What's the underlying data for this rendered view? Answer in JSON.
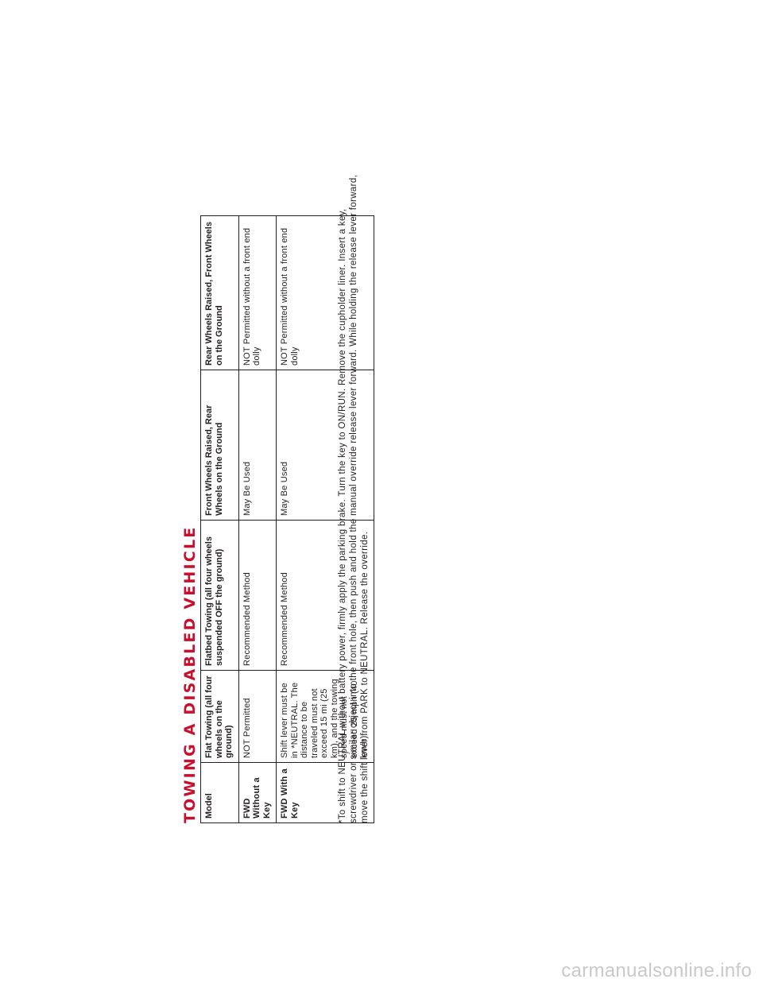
{
  "title": "TOWING A DISABLED VEHICLE",
  "table": {
    "headers": [
      "Model",
      "Flat Towing (all four wheels on the ground)",
      "Flatbed Towing (all four wheels suspended OFF the ground)",
      "Front Wheels Raised, Rear Wheels on the Ground",
      "Rear Wheels Raised, Front Wheels on the Ground"
    ],
    "rows": [
      {
        "model": "FWD Without a Key",
        "cells": [
          "NOT Permitted",
          "Recommended Method",
          "May Be Used",
          "NOT Permitted without a front end dolly"
        ]
      },
      {
        "model": "FWD With a Key",
        "cells": [
          "Shift lever must be in *NEUTRAL. The distance to be traveled must not exceed 15 mi (25 km), and the towing speed must not exceed 25 mph (40 km/h).",
          "Recommended Method",
          "May Be Used",
          "NOT Permitted without a front end dolly"
        ]
      }
    ]
  },
  "footnote": "*To shift to NEUTRAL without battery power, firmly apply the parking brake. Turn the key to ON/RUN. Remove the cupholder liner. Insert a key, screwdriver or similar object into the front hole, then push and hold the manual override release lever forward. While holding the release lever forward, move the shift lever from PARK to NEUTRAL. Release the override.",
  "watermark": "carmanualsonline.info"
}
